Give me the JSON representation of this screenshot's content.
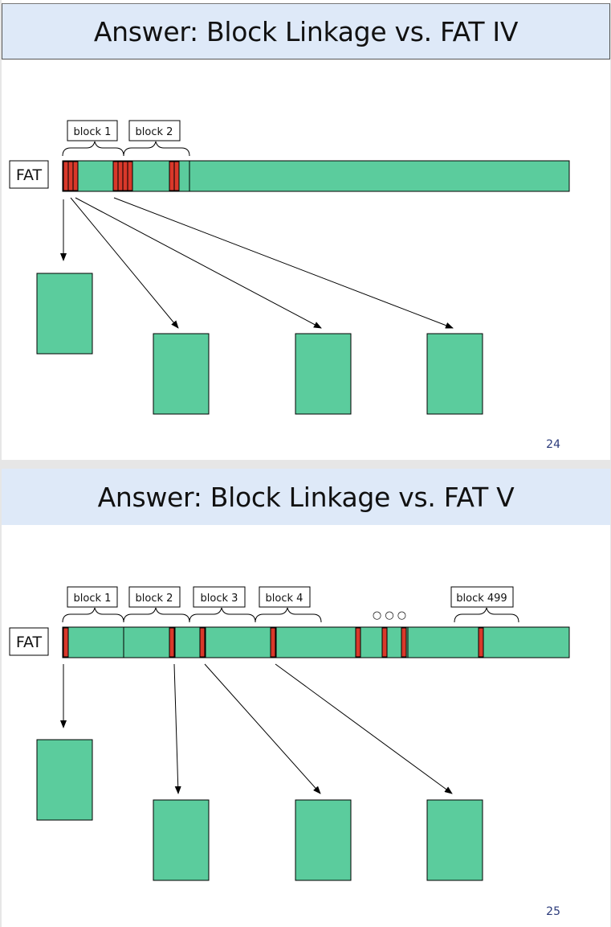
{
  "colors": {
    "block_fill": "#5bcc9d",
    "entry_fill": "#d9382a",
    "title_bg": "#dee9f8",
    "slide_number": "#2b3a7a"
  },
  "slides": [
    {
      "title": "Answer: Block Linkage vs. FAT IV",
      "fat_label": "FAT",
      "block_labels": [
        "block 1",
        "block 2"
      ],
      "slide_number": "24"
    },
    {
      "title": "Answer: Block Linkage vs. FAT V",
      "fat_label": "FAT",
      "block_labels": [
        "block 1",
        "block 2",
        "block 3",
        "block 4",
        "block 499"
      ],
      "ellipsis": "○   ○   ○",
      "slide_number": "25"
    }
  ]
}
